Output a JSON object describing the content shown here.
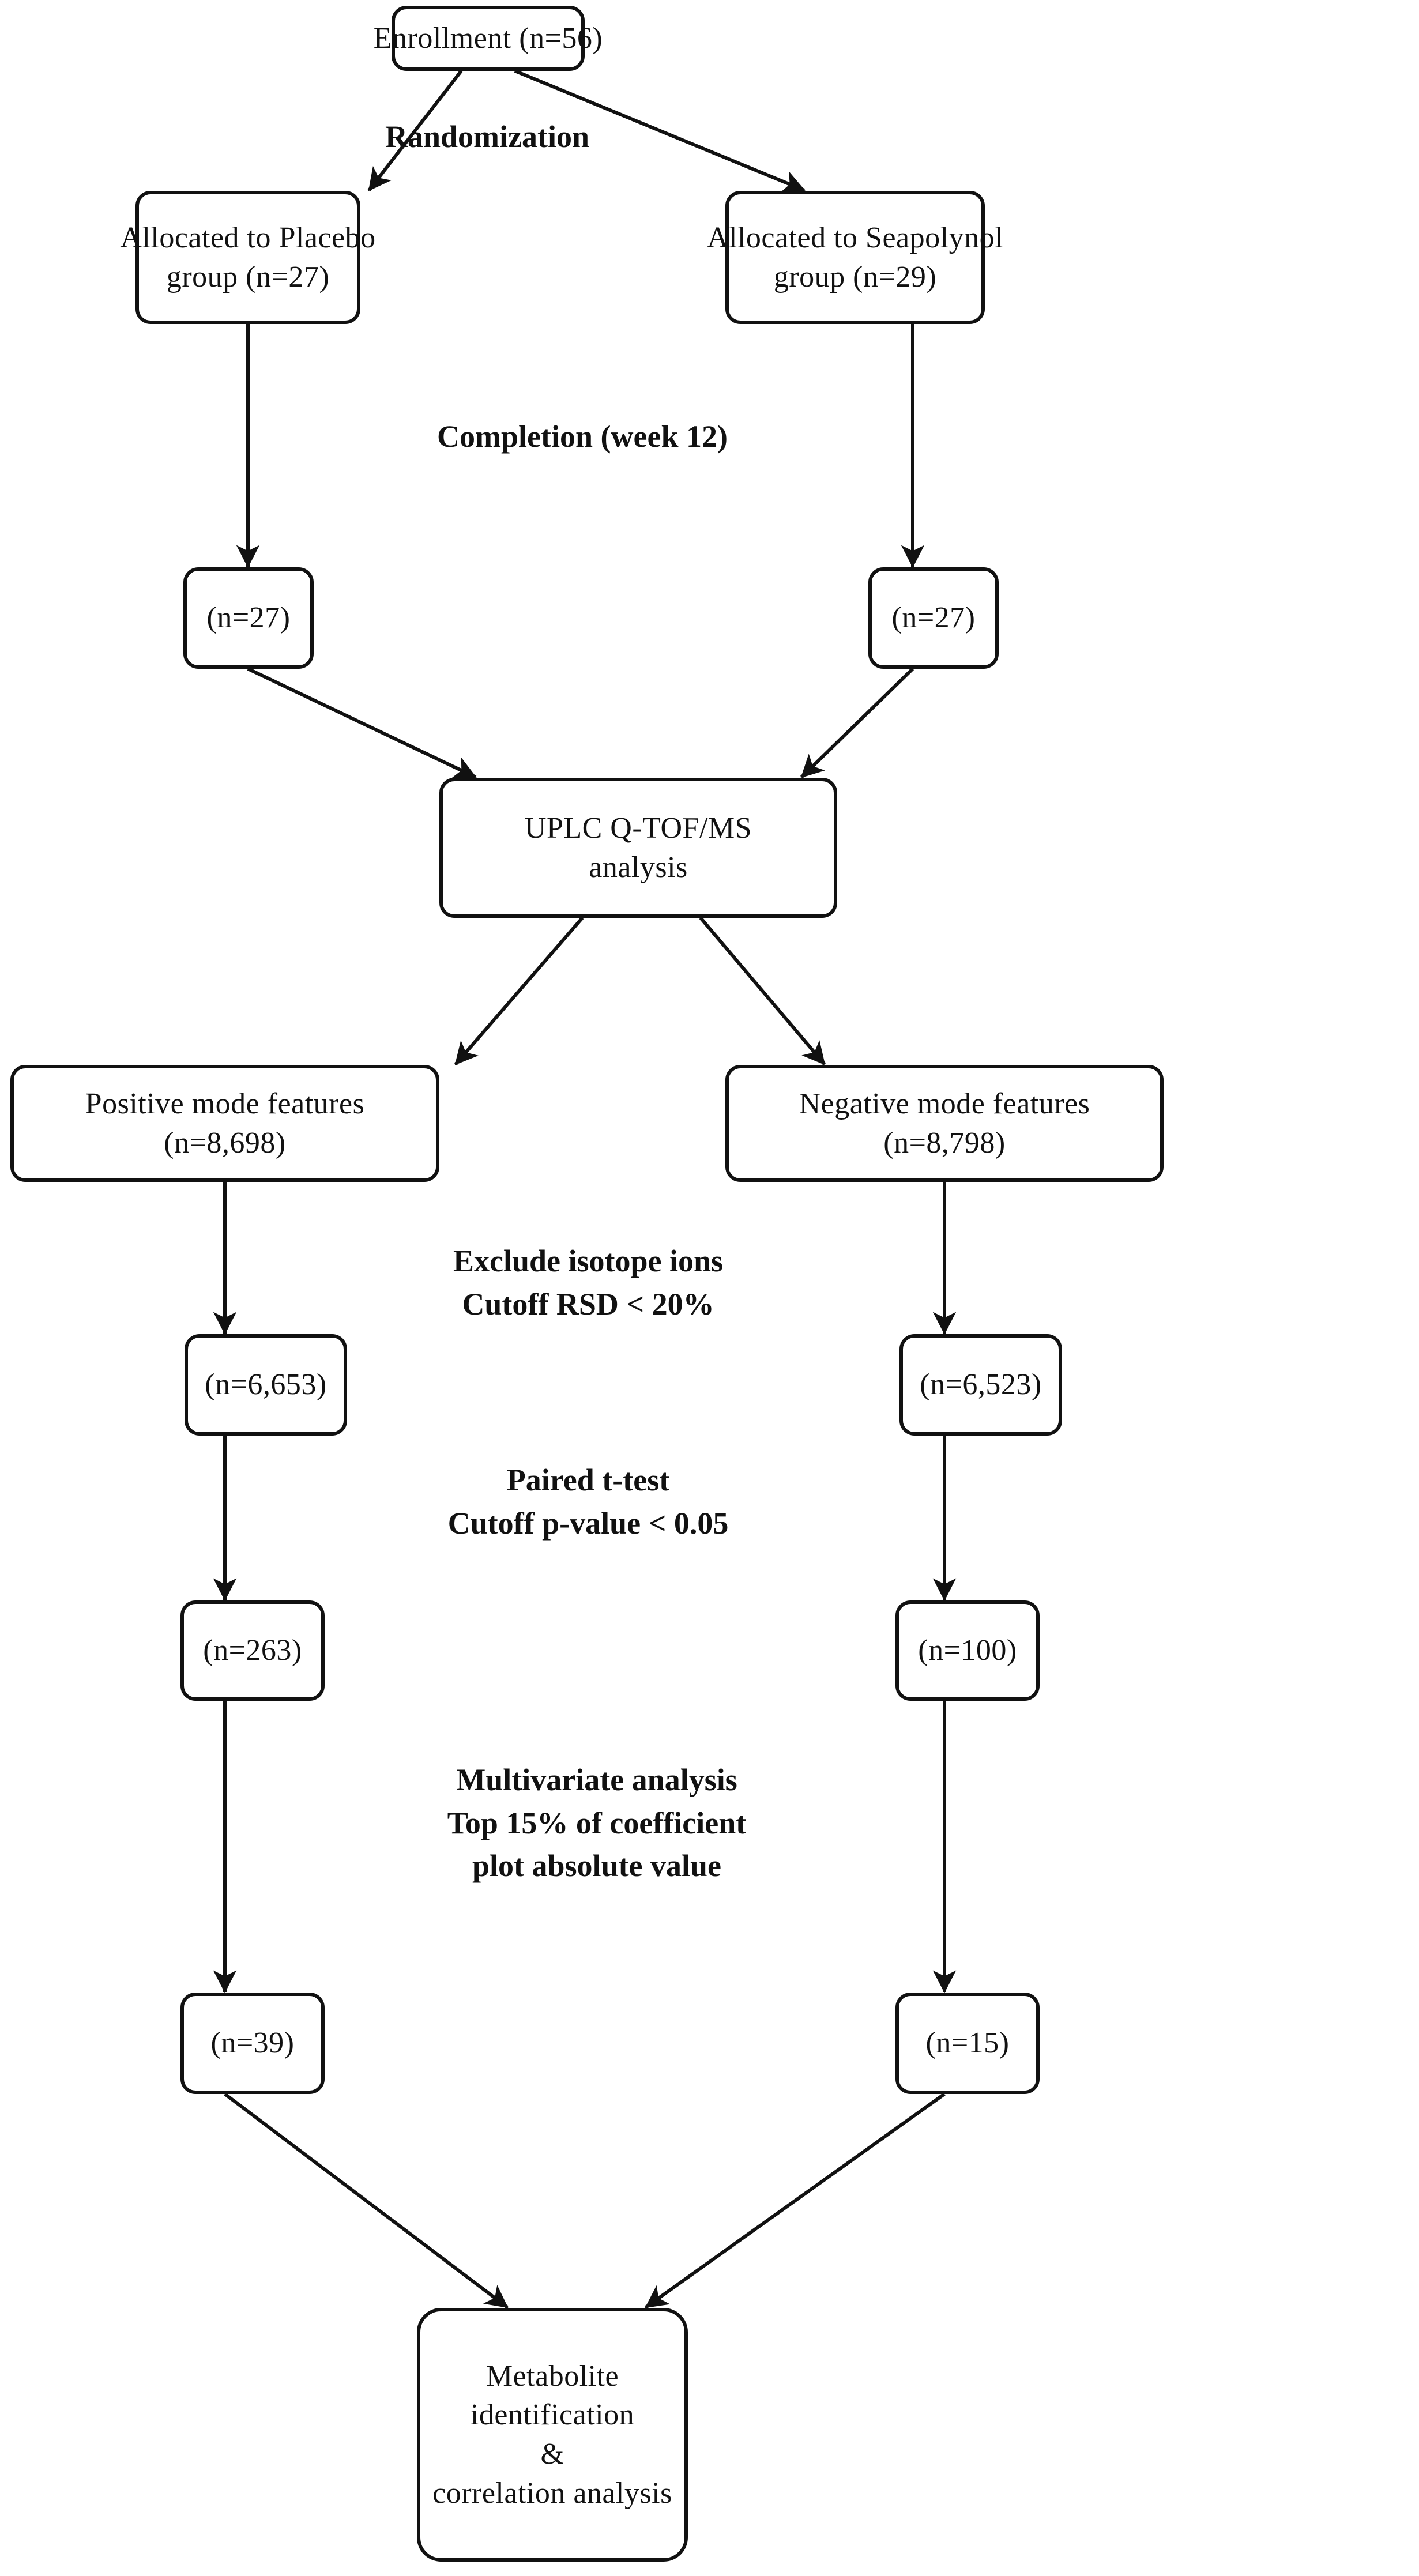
{
  "diagram": {
    "title": "Clinical trial and metabolomics workflow flowchart",
    "colors": {
      "stroke": "#111111",
      "background": "#ffffff",
      "text": "#111111"
    },
    "nodes": {
      "enrollment": {
        "lines": [
          "Enrollment (n=56)"
        ]
      },
      "allocated_placebo": {
        "lines": [
          "Allocated to Placebo",
          "group (n=27)"
        ]
      },
      "allocated_seapolynol": {
        "lines": [
          "Allocated to Seapolynol",
          "group (n=29)"
        ]
      },
      "completed_placebo": {
        "lines": [
          "(n=27)"
        ]
      },
      "completed_seapolynol": {
        "lines": [
          "(n=27)"
        ]
      },
      "uplc": {
        "lines": [
          "UPLC Q-TOF/MS",
          "analysis"
        ]
      },
      "positive_mode": {
        "lines": [
          "Positive mode features",
          "(n=8,698)"
        ]
      },
      "negative_mode": {
        "lines": [
          "Negative mode features",
          "(n=8,798)"
        ]
      },
      "positive_rsd": {
        "lines": [
          "(n=6,653)"
        ]
      },
      "negative_rsd": {
        "lines": [
          "(n=6,523)"
        ]
      },
      "positive_ttest": {
        "lines": [
          "(n=263)"
        ]
      },
      "negative_ttest": {
        "lines": [
          "(n=100)"
        ]
      },
      "positive_multivariate": {
        "lines": [
          "(n=39)"
        ]
      },
      "negative_multivariate": {
        "lines": [
          "(n=15)"
        ]
      },
      "metabolite": {
        "lines": [
          "Metabolite",
          "identification",
          "&",
          "correlation analysis"
        ]
      }
    },
    "labels": {
      "randomization": {
        "lines": [
          "Randomization"
        ]
      },
      "completion": {
        "lines": [
          "Completion (week 12)"
        ]
      },
      "isotope_filter": {
        "lines": [
          "Exclude isotope ions",
          "Cutoff RSD < 20%"
        ]
      },
      "ttest_filter": {
        "lines": [
          "Paired t-test",
          "Cutoff p-value < 0.05"
        ]
      },
      "multivariate_filter": {
        "lines": [
          "Multivariate analysis",
          "Top 15% of coefficient",
          "plot absolute value"
        ]
      }
    }
  }
}
